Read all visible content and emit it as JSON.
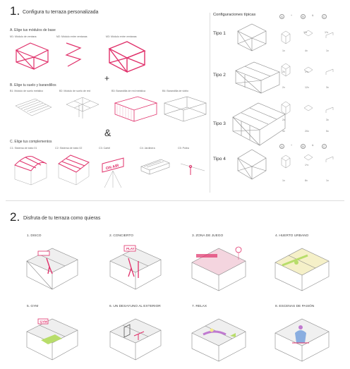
{
  "section1": {
    "number": "1.",
    "title": "Configura tu terraza personalizada",
    "a": {
      "title": "A. Elige tus módulos de base",
      "items": [
        "M1: Módulo de ventana",
        "M2: Módulo entre ventanas",
        "M3: Módulo entre ventanas"
      ]
    },
    "plus": "+",
    "b": {
      "title": "B. Elige tu suelo y barandillos",
      "items": [
        "B1: Módulo de suelo metálico",
        "B2: Módulo de suelo de red",
        "B3: Barandilla de red metálica",
        "B4: Barandilla de vidrio"
      ]
    },
    "amp": "&",
    "c": {
      "title": "C. Elige tus complementos",
      "items": [
        "C1: Sistema de toldo 01",
        "C2: Sistema de toldo 02",
        "C3: Cartel",
        "C4: Jardinera",
        "C5: Polea"
      ],
      "sign_text": "ON AIR"
    }
  },
  "configs": {
    "title": "Configuraciones típicas",
    "tipos": [
      {
        "label": "Tipo 1",
        "counts": [
          "1x",
          "4x",
          "1x"
        ]
      },
      {
        "label": "Tipo 2",
        "counts": [
          "2x",
          "12x",
          "3x"
        ]
      },
      {
        "label": "Tipo 3",
        "counts": [
          "3x",
          "20x",
          "5x"
        ]
      },
      {
        "label": "Tipo 4",
        "counts": [
          "1x",
          "8x",
          "1x"
        ]
      }
    ],
    "header": {
      "a": "A",
      "plus": "+",
      "b": "B",
      "amp": "&",
      "c": "C"
    },
    "extra_counts": [
      "1*x",
      "1*x",
      "2x",
      "1*x",
      "2x",
      "3x",
      "1*x"
    ]
  },
  "section2": {
    "number": "2.",
    "title": "Disfruta de tu terraza como quieras",
    "scenes": [
      {
        "label": "1. DISCO"
      },
      {
        "label": "2. CONCIERTO",
        "sign": "PLAY"
      },
      {
        "label": "3. ZONA DE JUEGO"
      },
      {
        "label": "4. HUERTO URBANO"
      },
      {
        "label": "5. GYM",
        "sign": "GYM"
      },
      {
        "label": "6. UN DESAYUNO AL EXTERIOR"
      },
      {
        "label": "7. RELAX"
      },
      {
        "label": "8. ESCENAS DE PASIÓN"
      }
    ]
  },
  "colors": {
    "accent": "#e0306a",
    "line": "#8a8a8a",
    "green": "#b8dd6a",
    "yellow": "#f3ea8a",
    "purple": "#c07ad0",
    "blue": "#8aaee0"
  }
}
